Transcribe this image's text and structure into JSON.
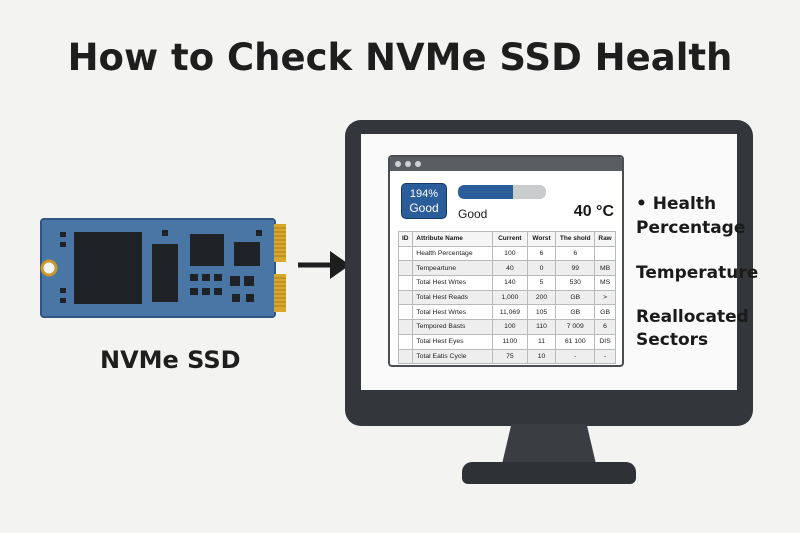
{
  "title": "How to Check NVMe SSD Health",
  "ssd_label": "NVMe SSD",
  "app": {
    "health_percent_text": "194%",
    "health_status_text": "Good",
    "health_bar_fraction": 0.62,
    "status_text": "Good",
    "temperature": "40 °C",
    "table": {
      "headers": [
        "ID",
        "Attribute Name",
        "Current",
        "Worst",
        "The shold",
        "Raw"
      ],
      "rows": [
        [
          "",
          "Health Percentage",
          "100",
          "6",
          "6",
          ""
        ],
        [
          "",
          "Tempeartune",
          "40",
          "0",
          "99",
          "MB"
        ],
        [
          "",
          "Total Hest Wrtes",
          "140",
          "5",
          "530",
          "MS"
        ],
        [
          "",
          "Total Hest Reads",
          "1,000",
          "200",
          "GB",
          ">"
        ],
        [
          "",
          "Total Hest Wrtes",
          "11,069",
          "105",
          "GB",
          "GB"
        ],
        [
          "",
          "Tempored Basts",
          "100",
          "110",
          "7 009",
          "6"
        ],
        [
          "",
          "Total Hest Eyes",
          "1100",
          "11",
          "61 100",
          "DIS"
        ],
        [
          "",
          "Total Eatis Cycle",
          "75",
          "10",
          "-",
          "-"
        ]
      ]
    }
  },
  "legend": {
    "items": [
      "• Health",
      "Percentage",
      "Temperature",
      "Reallocated",
      "Sectors"
    ]
  },
  "colors": {
    "accent_blue": "#2b5d9a",
    "monitor_frame": "#33373b",
    "pcb_blue": "#4a76a6",
    "gold_contacts": "#d8a72c"
  }
}
